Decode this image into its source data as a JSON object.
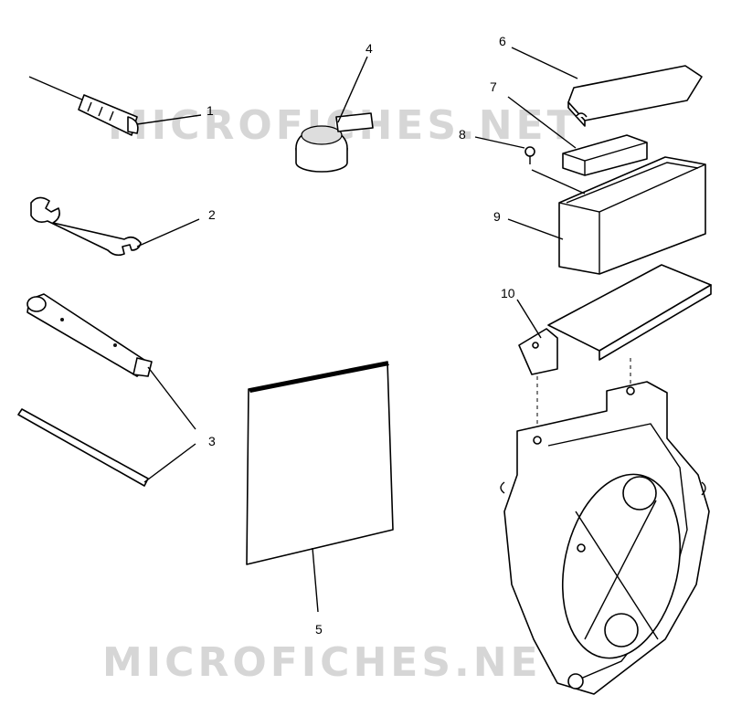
{
  "diagram": {
    "callouts": [
      "1",
      "2",
      "3",
      "4",
      "5",
      "6",
      "7",
      "8",
      "9",
      "10"
    ],
    "watermark_top": "MICROFICHES.NET",
    "watermark_bottom": "MICROFICHES.NET"
  }
}
